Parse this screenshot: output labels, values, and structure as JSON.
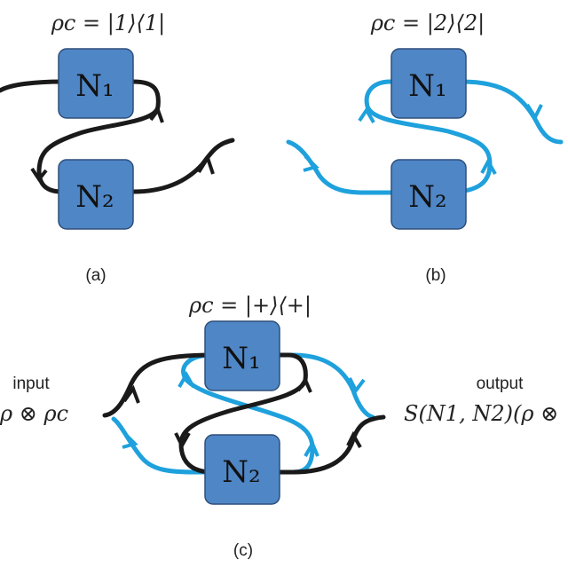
{
  "colors": {
    "black_path": "#1a1a1a",
    "blue_path": "#1ea1dc",
    "box_fill": "#4f86c6",
    "box_stroke": "#2f4f7a"
  },
  "panel_a": {
    "control_state": "ρc = |1⟩⟨1|",
    "caption": "(a)",
    "box1": "N₁",
    "box2": "N₂"
  },
  "panel_b": {
    "control_state": "ρc = |2⟩⟨2|",
    "caption": "(b)",
    "box1": "N₁",
    "box2": "N₂"
  },
  "panel_c": {
    "control_state": "ρc = |+⟩⟨+|",
    "caption": "(c)",
    "box1": "N₁",
    "box2": "N₂",
    "input_label": "input",
    "input_expr": "ρ ⊗ ρc",
    "output_label": "output",
    "output_expr": "S(N1, N2)(ρ ⊗"
  }
}
